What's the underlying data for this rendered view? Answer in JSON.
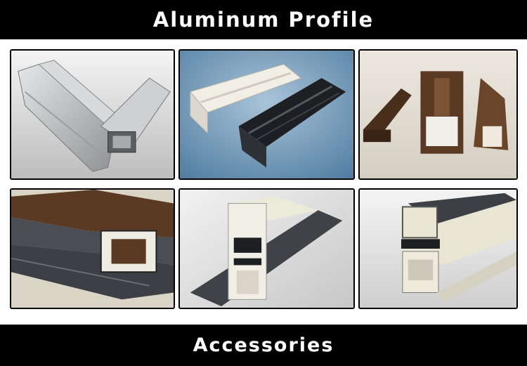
{
  "header": {
    "title": "Aluminum Profile"
  },
  "footer": {
    "title": "Accessories"
  },
  "gallery": {
    "photos": [
      {
        "subject": "silver aluminum window profile with square tube"
      },
      {
        "subject": "white and black aluminum profiles on blue background"
      },
      {
        "subject": "wood-grain brown aluminum profiles standing upright"
      },
      {
        "subject": "wood-grain and dark grey profile cross-section"
      },
      {
        "subject": "white and dark grey sliding profile with thermal break"
      },
      {
        "subject": "cream and dark grey casement profile"
      }
    ],
    "colors": {
      "silver": "#c9cacc",
      "white": "#f1eee6",
      "black": "#1d1f22",
      "woodgrain": "#5a3a22",
      "dark-grey": "#4a4d52",
      "blue-bg": "#6e97b8"
    }
  }
}
